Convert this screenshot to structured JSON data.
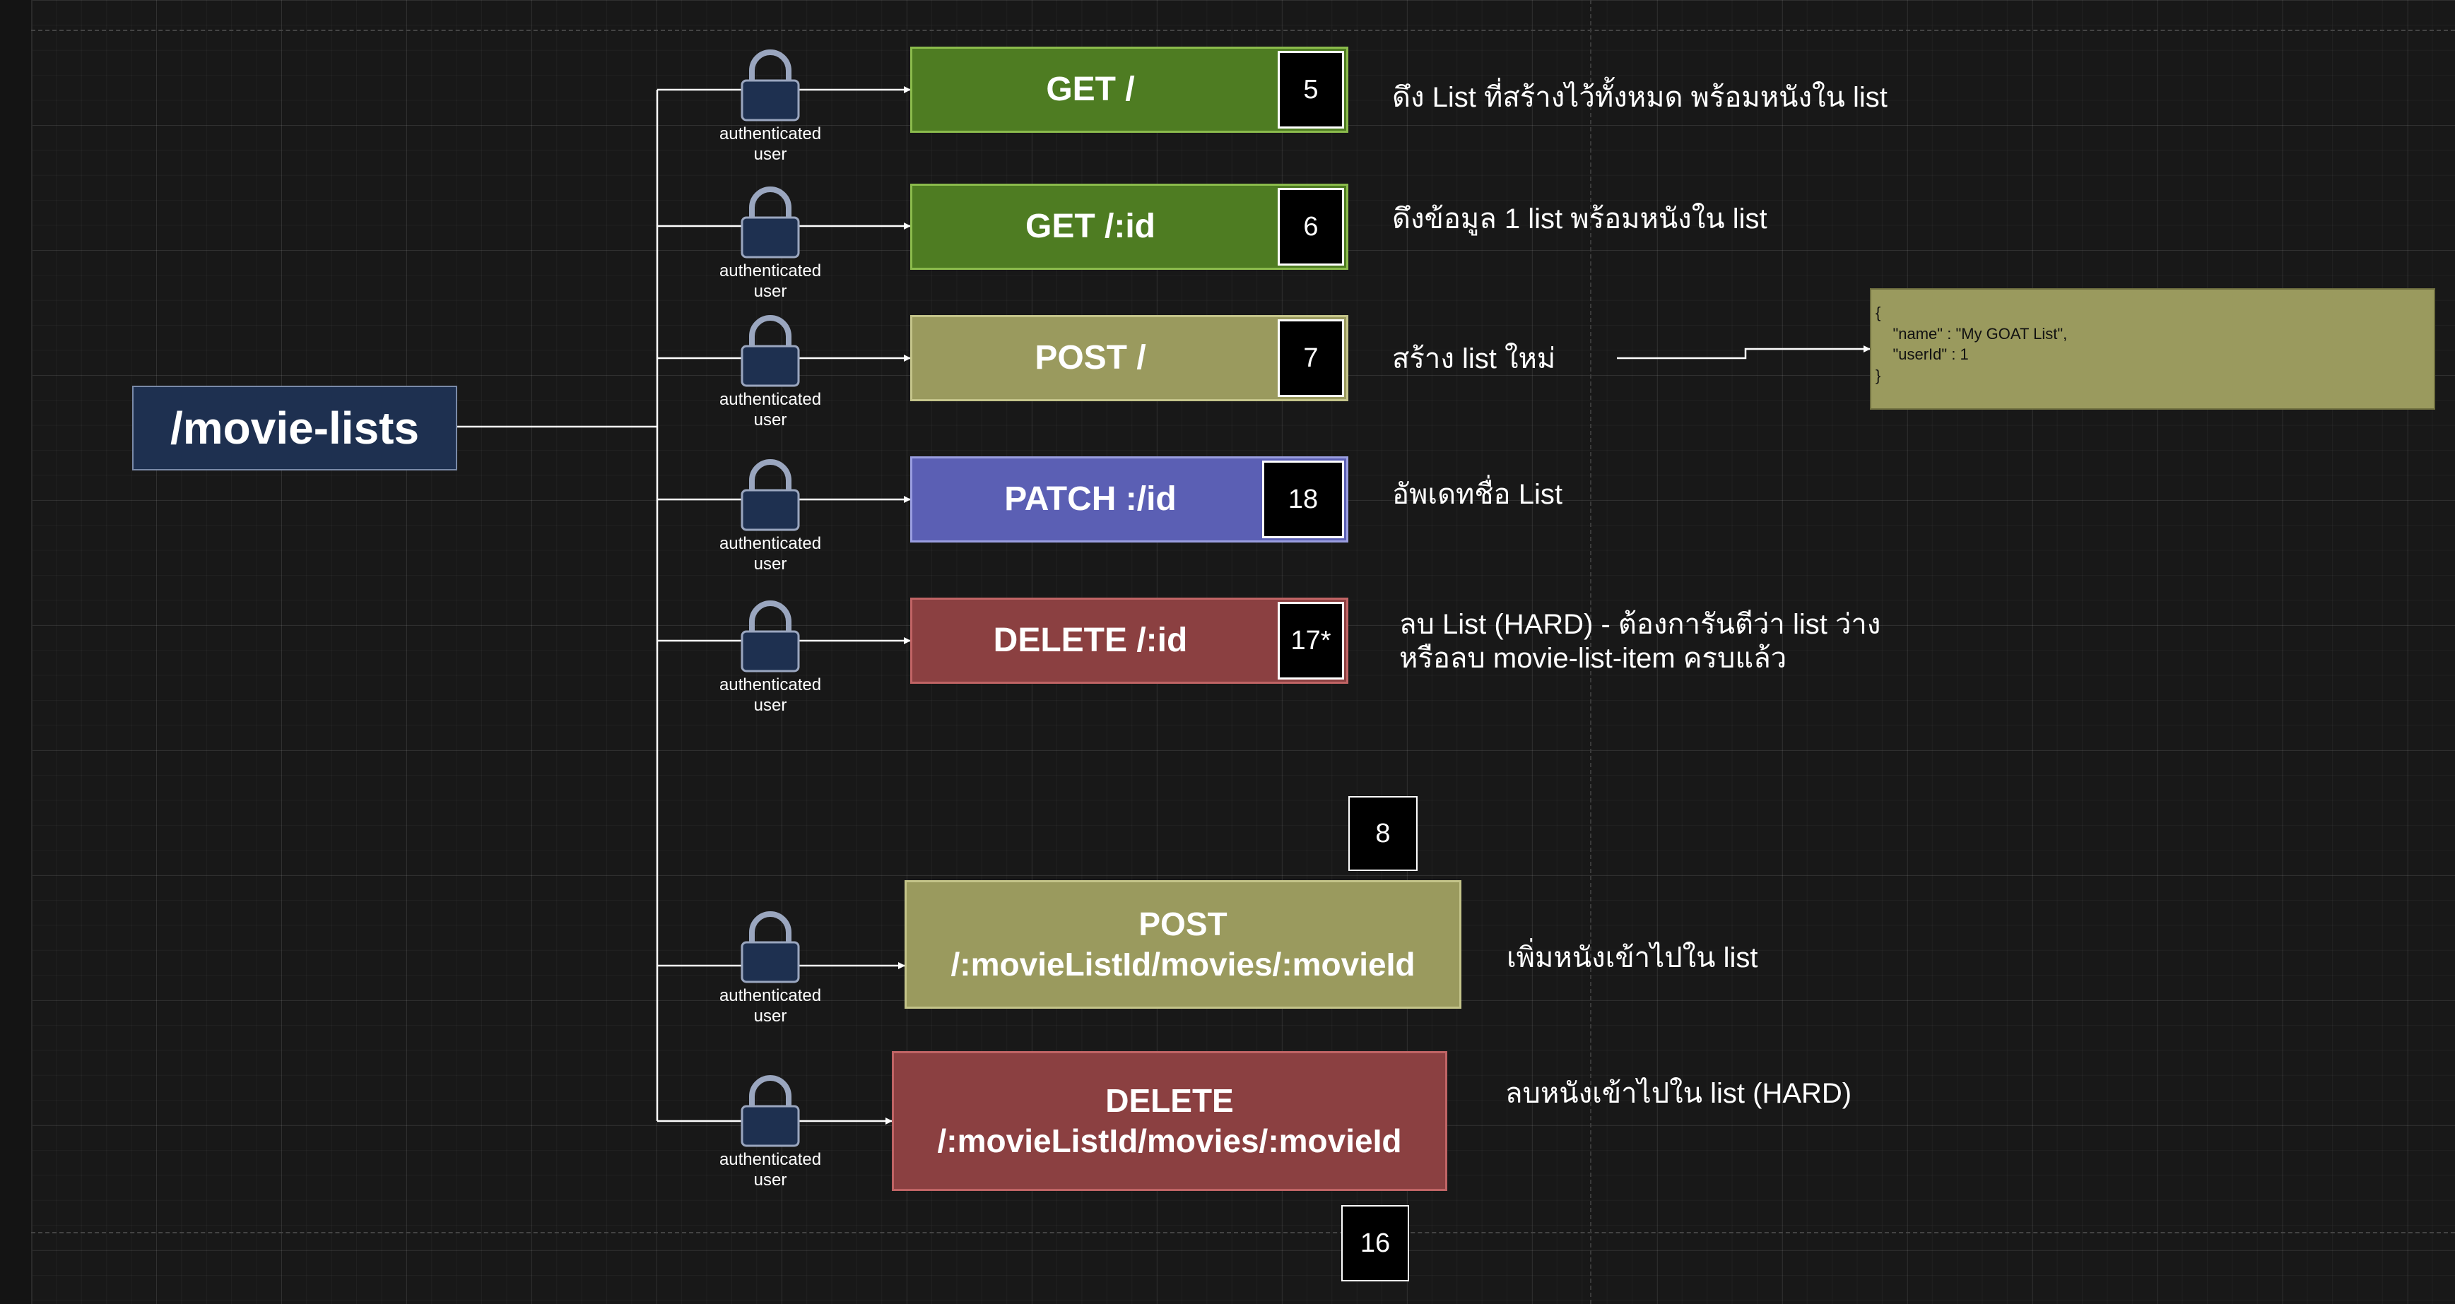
{
  "root": {
    "label": "/movie-lists"
  },
  "lock_caption": "authenticated\nuser",
  "endpoints": [
    {
      "method_path": "GET /",
      "number": "5",
      "description": "ดึง List ที่สร้างไว้ทั้งหมด พร้อมหนังใน list",
      "color": "#4e7c22"
    },
    {
      "method_path": "GET /:id",
      "number": "6",
      "description": "ดึงข้อมูล 1 list พร้อมหนังใน list",
      "color": "#4e7c22"
    },
    {
      "method_path": "POST /",
      "number": "7",
      "description": "สร้าง list ใหม่",
      "color": "#9a9a5e"
    },
    {
      "method_path": "PATCH :/id",
      "number": "18",
      "description": "อัพเดทชื่อ List",
      "color": "#5b5fb4"
    },
    {
      "method_path": "DELETE /:id",
      "number": "17*",
      "description_line1": "ลบ List (HARD)  - ต้องการันตีว่า list ว่าง",
      "description_line2": "หรือลบ movie-list-item ครบแล้ว",
      "color": "#8b4041"
    },
    {
      "method_path": "POST\n/:movieListId/movies/:movieId",
      "number": "8",
      "description": "เพิ่มหนังเข้าไปใน list",
      "color": "#9a9a5e"
    },
    {
      "method_path": "DELETE\n/:movieListId/movies/:movieId",
      "number": "16",
      "description": "ลบหนังเข้าไปใน list (HARD)",
      "color": "#8b4041"
    }
  ],
  "post_body_example": "{\n    \"name\" : \"My GOAT List\",\n    \"userId\" : 1\n}",
  "colors": {
    "background": "#181818",
    "root_fill": "#1e3050",
    "lock_fill": "#1e3050",
    "connector": "#ffffff"
  }
}
